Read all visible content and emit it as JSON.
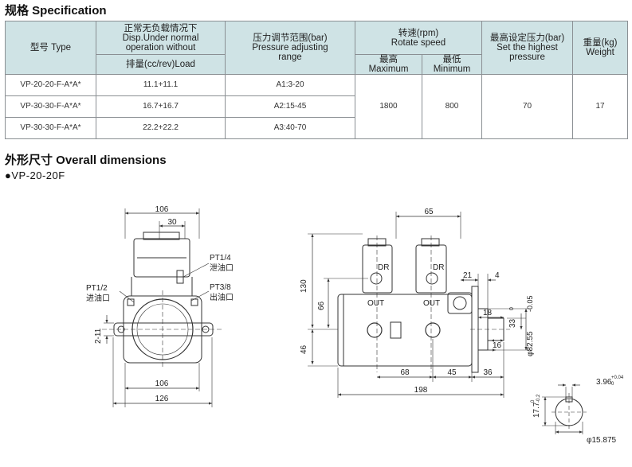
{
  "headings": {
    "spec": "规格 Specification",
    "dimensions": "外形尺寸 Overall dimensions",
    "model": "●VP-20-20F"
  },
  "table": {
    "col_type": "型号 Type",
    "col_disp_line1": "正常无负载情况下",
    "col_disp_line2": "Disp.Under normal",
    "col_disp_line3": "operation without",
    "col_disp_sub": "排量(cc/rev)Load",
    "col_pressure_line1": "压力调节范围(bar)",
    "col_pressure_line2": "Pressure adjusting",
    "col_pressure_line3": "range",
    "col_speed_line1": "转速(rpm)",
    "col_speed_line2": "Rotate speed",
    "col_max_line1": "最高",
    "col_max_line2": "Maximum",
    "col_min_line1": "最低",
    "col_min_line2": "Minimum",
    "col_setpress_line1": "最高设定压力(bar)",
    "col_setpress_line2": "Set the highest",
    "col_setpress_line3": "pressure",
    "col_weight_line1": "重量(kg)",
    "col_weight_line2": "Weight",
    "rows": [
      {
        "type": "VP-20-20-F-A*A*",
        "disp": "11.1+11.1",
        "pressure": "A1:3-20"
      },
      {
        "type": "VP-30-30-F-A*A*",
        "disp": "16.7+16.7",
        "pressure": "A2:15-45"
      },
      {
        "type": "VP-30-30-F-A*A*",
        "disp": "22.2+22.2",
        "pressure": "A3:40-70"
      }
    ],
    "max_speed": "1800",
    "min_speed": "800",
    "set_pressure": "70",
    "weight": "17"
  },
  "front_view": {
    "dim_top_width": "106",
    "dim_top_offset": "30",
    "port_drain_size": "PT1/4",
    "port_drain_name": "泄油口",
    "port_inlet_size": "PT1/2",
    "port_inlet_name": "进油口",
    "port_outlet_size": "PT3/8",
    "port_outlet_name": "出油口",
    "dim_center_offset": "2-11",
    "dim_bottom_width": "106",
    "dim_total_width": "126"
  },
  "side_view": {
    "dim_65": "65",
    "label_dr_left": "DR",
    "label_dr_right": "DR",
    "label_out_left": "OUT",
    "label_out_right": "OUT",
    "dim_130": "130",
    "dim_66": "66",
    "dim_46": "46",
    "dim_21": "21",
    "dim_4": "4",
    "dim_18": "18",
    "dim_33": "33",
    "dim_shaft_tol": "0",
    "dim_shaft_tol2": "-0.05",
    "dim_82": "φ82.55",
    "dim_16": "16",
    "dim_68": "68",
    "dim_45": "45",
    "dim_36": "36",
    "dim_198": "198"
  },
  "shaft_detail": {
    "dim_key_width": "3.96",
    "dim_key_tol": "+0.04",
    "dim_key_tol2": "0",
    "dim_height": "17.7",
    "dim_height_tol": "0",
    "dim_height_tol2": "-0.2",
    "dim_diameter": "φ15.875"
  }
}
